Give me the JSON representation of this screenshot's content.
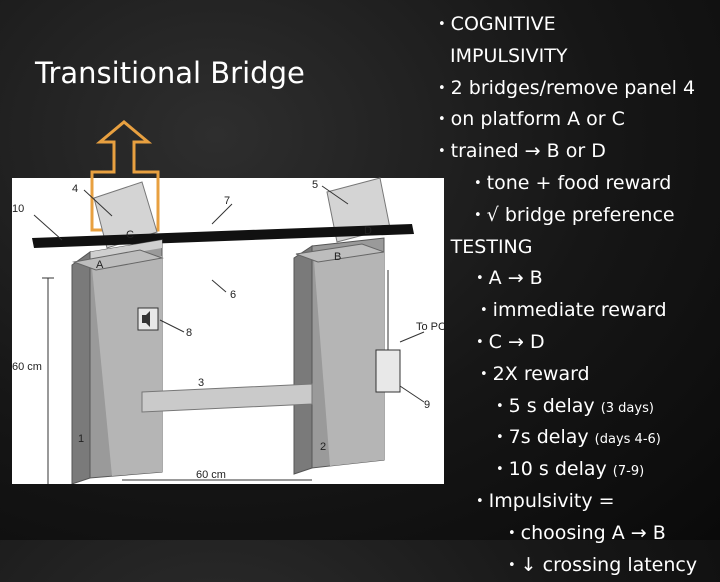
{
  "slide": {
    "title": "Transitional Bridge"
  },
  "diagram": {
    "labels": {
      "n1": "1",
      "n2": "2",
      "n3": "3",
      "n4": "4",
      "n5": "5",
      "n6": "6",
      "n7": "7",
      "n8": "8",
      "n9": "9",
      "n10": "10",
      "A": "A",
      "B": "B",
      "C": "C",
      "D": "D",
      "to_pc": "To PC",
      "height": "60 cm",
      "width": "60 cm"
    },
    "arrow_color": "#e8a040"
  },
  "bullets": [
    {
      "text": "COGNITIVE"
    },
    {
      "text": "IMPULSIVITY"
    },
    {
      "text": "2 bridges/remove panel 4"
    },
    {
      "text": "on platform A or C"
    },
    {
      "text": "trained → B or D"
    },
    {
      "text": "tone + food reward"
    },
    {
      "text": "√ bridge preference"
    },
    {
      "text": "TESTING"
    },
    {
      "text": "A → B"
    },
    {
      "text": "immediate reward"
    },
    {
      "text": "C → D"
    },
    {
      "text": "2X reward"
    },
    {
      "text": "5 s delay",
      "note": "(3 days)"
    },
    {
      "text": "7s delay",
      "note": "(days 4-6)"
    },
    {
      "text": "10 s delay",
      "note": "(7-9)"
    },
    {
      "text": "Impulsivity ="
    },
    {
      "text": "choosing A → B"
    },
    {
      "text": "↓ crossing latency"
    }
  ]
}
